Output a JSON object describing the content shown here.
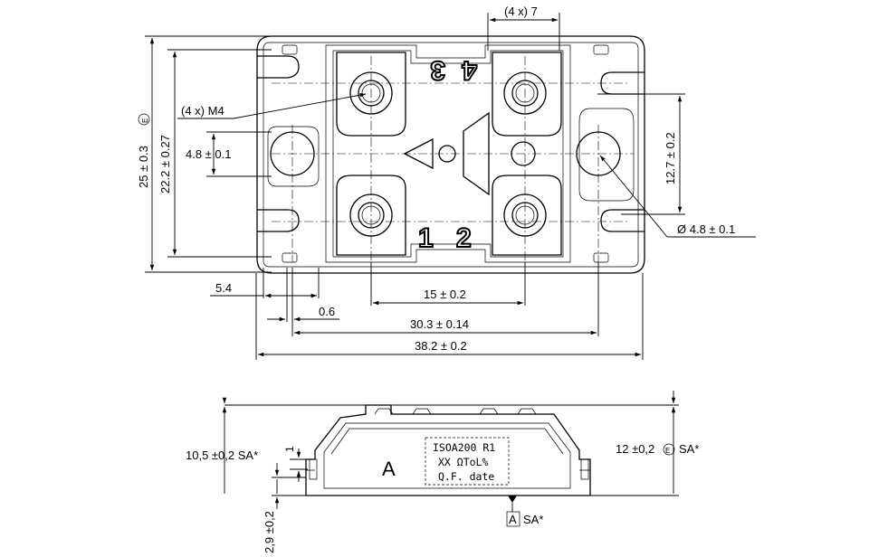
{
  "top_view": {
    "dims": {
      "terminal_width": "(4 x) 7",
      "thread": "(4 x) M4",
      "total_height": "25 ± 0.3",
      "height_mark": "E",
      "inner_height": "22.2 ± 0.27",
      "hole_offset": "4.8 ± 0.1",
      "right_spacing": "12.7 ± 0.2",
      "mount_hole": "Ø 4.8 ± 0.1",
      "edge_left": "5.4",
      "edge_small": "0.6",
      "terminal_pitch": "15 ± 0.2",
      "hole_pitch": "30.3 ± 0.14",
      "total_width": "38.2 ± 0.2"
    },
    "terminal_numbers": [
      "1",
      "2",
      "3",
      "4"
    ]
  },
  "side_view": {
    "dims": {
      "height_left": "10,5 ±0,2 SA*",
      "step": "1",
      "height_right": "12 ±0,2",
      "height_right_mark": "E",
      "height_right_suffix": "SA*",
      "base": "2,9 ±0,2",
      "datum": "A",
      "datum_suffix": "SA*"
    },
    "side_letter": "A",
    "marking_lines": [
      "ISOA200 R1",
      "XX ΩToL%",
      "Q.F. date"
    ]
  }
}
